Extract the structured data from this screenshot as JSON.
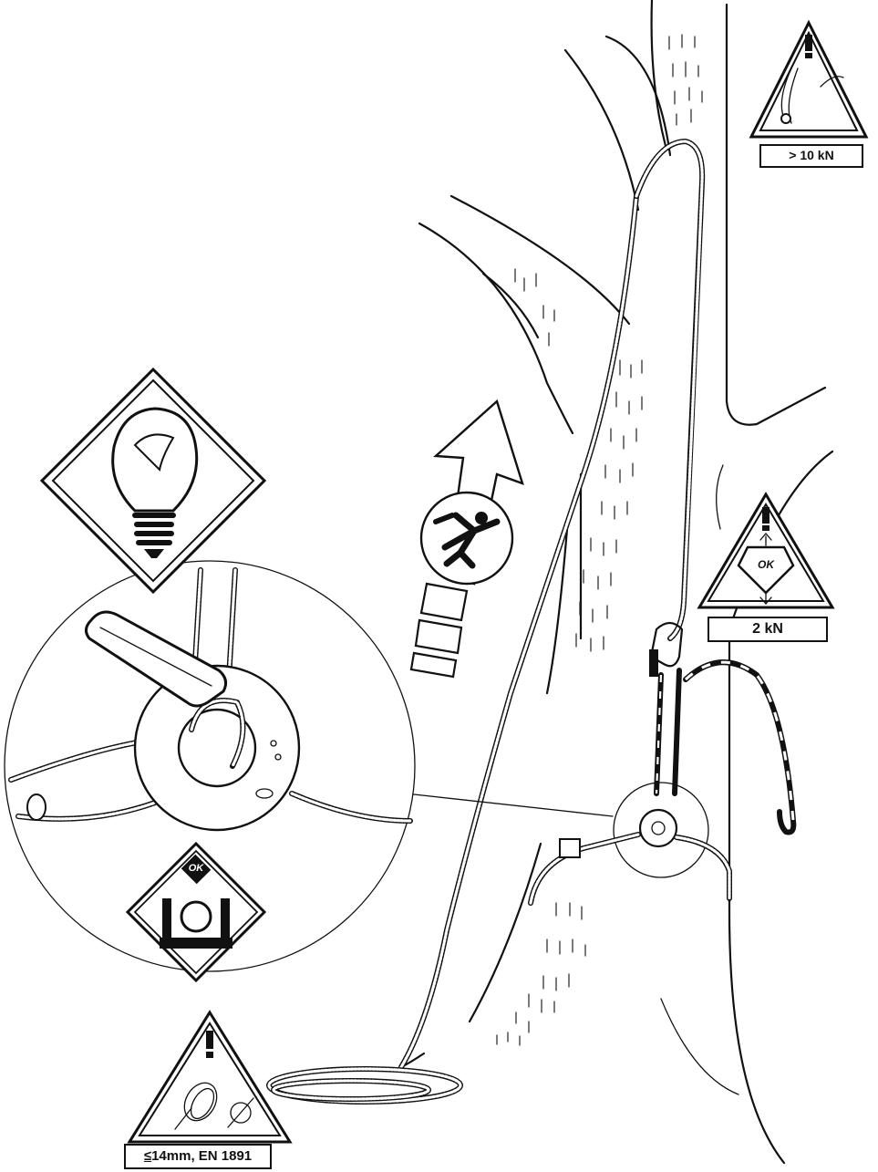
{
  "labels": {
    "max_load": "> 10 kN",
    "test_load": "2 kN",
    "rope_spec_symbol": "≤",
    "rope_spec_text": "14mm, EN 1891"
  },
  "badges": {
    "ok_text": "OK"
  },
  "icons": [
    "warning-triangle-icon",
    "lightbulb-icon",
    "climber-icon",
    "up-arrow-icon",
    "rope-coil-icon",
    "diameter-icon",
    "weight-icon"
  ],
  "colors": {
    "ink": "#111111",
    "background": "#ffffff"
  }
}
